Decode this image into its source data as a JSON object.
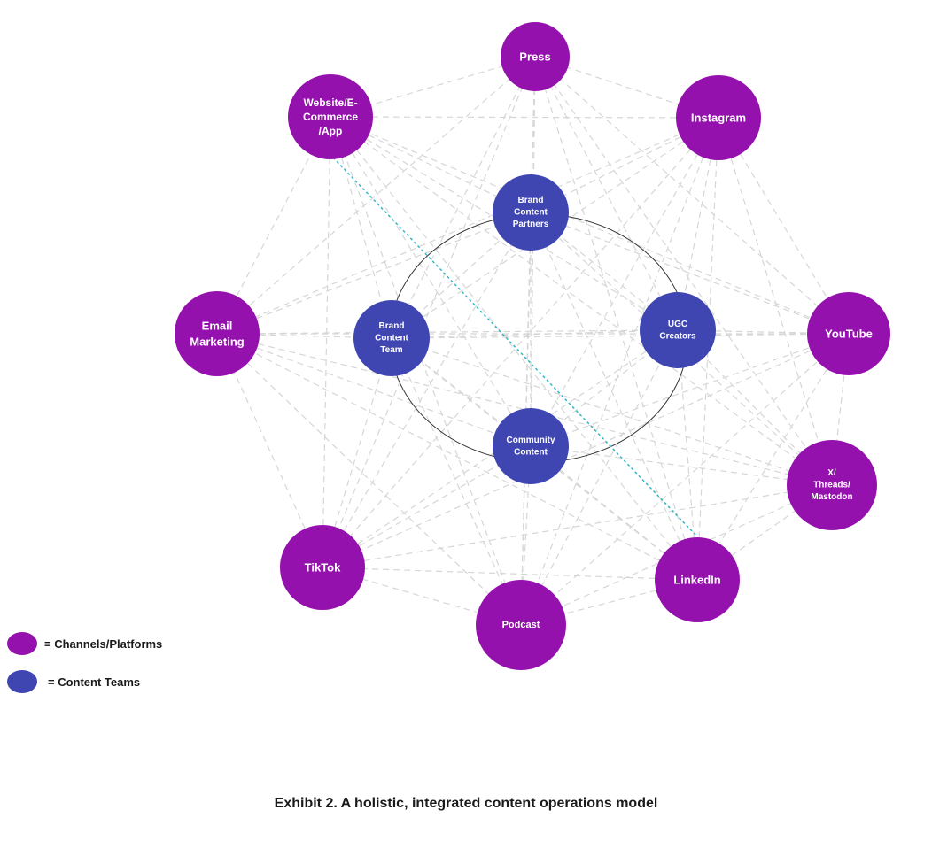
{
  "colors": {
    "channel": "#9511ad",
    "team": "#3f46b2",
    "connector": "#d6d6d6",
    "highlight": "#33b6c9",
    "ring": "#333333"
  },
  "channels": [
    {
      "id": "press",
      "lines": [
        "Press"
      ]
    },
    {
      "id": "instagram",
      "lines": [
        "Instagram"
      ]
    },
    {
      "id": "youtube",
      "lines": [
        "YouTube"
      ]
    },
    {
      "id": "x-threads-mastodon",
      "lines": [
        "X/",
        "Threads/",
        "Mastodon"
      ]
    },
    {
      "id": "linkedin",
      "lines": [
        "LinkedIn"
      ]
    },
    {
      "id": "podcast",
      "lines": [
        "Podcast"
      ]
    },
    {
      "id": "tiktok",
      "lines": [
        "TikTok"
      ]
    },
    {
      "id": "email-marketing",
      "lines": [
        "Email",
        "Marketing"
      ]
    },
    {
      "id": "website-ecommerce-app",
      "lines": [
        "Website/E-",
        "Commerce",
        "/App"
      ]
    }
  ],
  "teams": [
    {
      "id": "brand-content-partners",
      "lines": [
        "Brand",
        "Content",
        "Partners"
      ]
    },
    {
      "id": "ugc-creators",
      "lines": [
        "UGC",
        "Creators"
      ]
    },
    {
      "id": "community-content",
      "lines": [
        "Community",
        "Content"
      ]
    },
    {
      "id": "brand-content-team",
      "lines": [
        "Brand",
        "Content",
        "Team"
      ]
    }
  ],
  "legend": {
    "channels_label": "= Channels/Platforms",
    "teams_label": "= Content Teams"
  },
  "caption": "Exhibit 2. A holistic, integrated content operations model"
}
